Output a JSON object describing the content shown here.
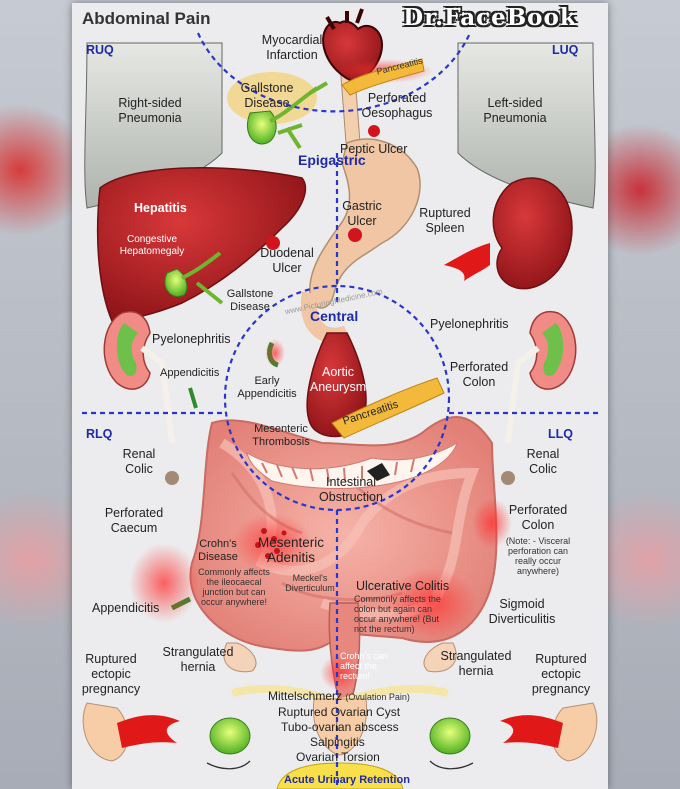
{
  "title": "Abdominal Pain",
  "brand": "Dr.FaceBook",
  "quadrants": {
    "ruq": "RUQ",
    "luq": "LUQ",
    "rlq": "RLQ",
    "llq": "LLQ"
  },
  "regions": {
    "epigastric": "Epigastric",
    "central": "Central"
  },
  "labels": {
    "myocardial": "Myocardial Infarction",
    "pancreatitis_top": "Pancreatitis",
    "gallstone_top": "Gallstone Disease",
    "perforated_oesophagus": "Perforated Oesophagus",
    "right_pneumonia": "Right-sided Pneumonia",
    "left_pneumonia": "Left-sided Pneumonia",
    "peptic_ulcer": "Peptic Ulcer",
    "hepatitis": "Hepatitis",
    "congestive": "Congestive Hepatomegaly",
    "gastric_ulcer": "Gastric Ulcer",
    "ruptured_spleen": "Ruptured Spleen",
    "duodenal_ulcer": "Duodenal Ulcer",
    "gallstone_mid": "Gallstone Disease",
    "pyelo_right": "Pyelonephritis",
    "pyelo_left": "Pyelonephritis",
    "appendicitis_top": "Appendicitis",
    "early_appendicitis": "Early Appendicitis",
    "aortic": "Aortic Aneurysm",
    "pancreatitis_mid": "Pancreatitis",
    "perforated_colon_top": "Perforated Colon",
    "mesenteric_thrombosis": "Mesenteric Thrombosis",
    "renal_colic_right": "Renal Colic",
    "renal_colic_left": "Renal Colic",
    "intestinal_obstruction": "Intestinal Obstruction",
    "perforated_caecum": "Perforated Caecum",
    "perforated_colon_bottom": "Perforated Colon",
    "visceral_note": "(Note: - Visceral perforation can really occur anywhere)",
    "crohns": "Crohn's Disease",
    "crohns_note": "Commonly affects the ileocaecal junction but can occur anywhere!",
    "mesenteric_adenitis": "Mesenteric Adenitis",
    "meckels": "Meckel's Diverticulum",
    "ulcerative_colitis": "Ulcerative Colitis",
    "uc_note": "Commonly affects the colon but again can occur anywhere! (But not the rectum)",
    "appendicitis_bottom": "Appendicitis",
    "sigmoid": "Sigmoid Diverticulitis",
    "strangulated_right": "Strangulated hernia",
    "strangulated_left": "Strangulated hernia",
    "crohns_rectum": "Crohn's can affect the rectum!",
    "ectopic_right": "Ruptured ectopic pregnancy",
    "ectopic_left": "Ruptured ectopic pregnancy",
    "mittelschmerz": "Mittelschmerz",
    "ovulation_pain": "(Ovulation Pain)",
    "ovarian_cyst": "Ruptured Ovarian Cyst",
    "tubo_ovarian": "Tubo-ovarian abscess",
    "salpingitis": "Salpingitis",
    "ovarian_torsion": "Ovarian Torsion",
    "urinary_retention": "Acute Urinary Retention",
    "watermark": "www.PicturingMedicine.com"
  },
  "colors": {
    "region_line": "#2a36c8",
    "organ_red": "#b51d22",
    "bowel_pink": "#e98f86",
    "stomach_peach": "#f0c6a4",
    "pancreas_yellow": "#f2b93a",
    "gallbladder_green": "#7fc83a",
    "lung_grey": "#c9ccc8"
  }
}
